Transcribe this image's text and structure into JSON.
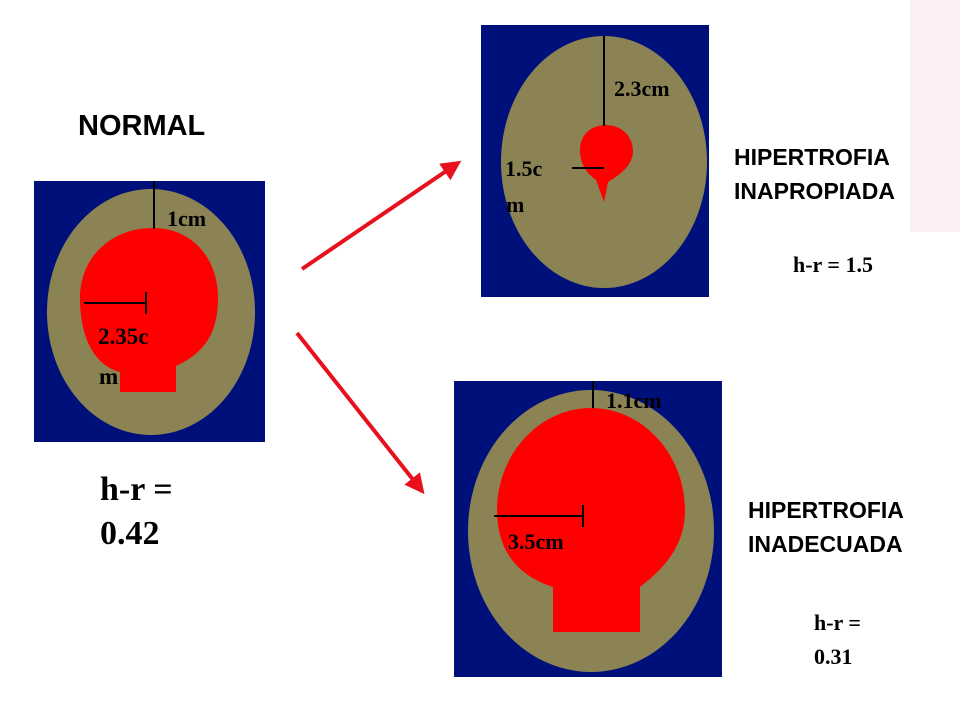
{
  "accent_colors": {
    "background_square": "#00107a",
    "wall": "#8c8355",
    "cavity": "#ff0000",
    "arrow": "#e8101c"
  },
  "normal": {
    "title": "NORMAL",
    "wall_label": "1cm",
    "radius_label_1": "2.35c",
    "radius_label_2": "m",
    "ratio_label": "h-r =",
    "ratio_value": "0.42"
  },
  "inapropiada": {
    "title_line1": "HIPERTROFIA",
    "title_line2": "INAPROPIADA",
    "wall_label": "2.3cm",
    "radius_label_1": "1.5c",
    "radius_label_2": "m",
    "ratio": "h-r = 1.5"
  },
  "inadecuada": {
    "title_line1": "HIPERTROFIA",
    "title_line2": "INADECUADA",
    "wall_label": "1.1cm",
    "radius_label": "3.5cm",
    "ratio_label": "h-r =",
    "ratio_value": "0.31"
  }
}
